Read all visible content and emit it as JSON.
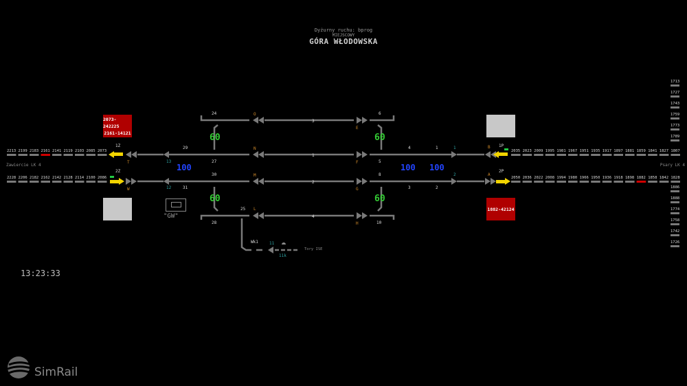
{
  "header": {
    "operator_label": "Dyżurny ruchu: bprog",
    "mode_label": "MIEJSCOWY",
    "station_name": "GÓRA WŁODOWSKA"
  },
  "clock": "13:23:33",
  "brand": "SimRail",
  "colors": {
    "track": "#7a7a7a",
    "occupied": "#d00000",
    "speed_green": "#33cc33",
    "speed_blue": "#2244ff",
    "signal_yellow": "#f2d400",
    "signal_green": "#22cc44",
    "label_orange": "#d08a2a",
    "label_teal": "#2fa5a5"
  },
  "directions": {
    "left": "Zawiercie LK 4",
    "right": "Psary LK 4"
  },
  "trains": {
    "top_left": [
      "2073-242225",
      "2161-14121"
    ],
    "bottom_right": [
      "1882-42124"
    ]
  },
  "blocks": {
    "left_top": [
      "2213",
      "2199",
      "2183",
      "2161",
      "2141",
      "2119",
      "2103",
      "2085",
      "2073"
    ],
    "left_bottom": [
      "2228",
      "2206",
      "2182",
      "2162",
      "2142",
      "2128",
      "2114",
      "2100",
      "2086"
    ],
    "right_top": [
      "2035",
      "2023",
      "2009",
      "1995",
      "1981",
      "1967",
      "1951",
      "1935",
      "1917",
      "1897",
      "1881",
      "1859",
      "1841",
      "1827",
      "1807"
    ],
    "right_bottom": [
      "2050",
      "2036",
      "2022",
      "2008",
      "1994",
      "1980",
      "1966",
      "1950",
      "1936",
      "1918",
      "1898",
      "1882",
      "1858",
      "1842",
      "1828"
    ],
    "right_col_top": [
      "1713",
      "1727",
      "1743",
      "1759",
      "1773",
      "1789"
    ],
    "right_col_bottom": [
      "1886",
      "1888",
      "1774",
      "1758",
      "1742",
      "1726"
    ]
  },
  "signals": {
    "left_top": "1Z",
    "left_bottom": "2Z",
    "right_top": "1P",
    "right_bottom": "2P",
    "T": "T",
    "W": "W",
    "B": "B",
    "A": "A"
  },
  "tracks": {
    "t1": "1",
    "t2": "2",
    "t3": "3",
    "t4": "4"
  },
  "points": {
    "p24": "24",
    "p29": "29",
    "p27": "27",
    "p30": "30",
    "p31": "31",
    "p25": "25",
    "p28": "28",
    "p6": "6",
    "p4": "4",
    "p1": "1",
    "p5": "5",
    "p8": "8",
    "p3": "3",
    "p2": "2",
    "p10": "10",
    "p13": "13",
    "p12": "12",
    "p1t": "1",
    "p2t": "2"
  },
  "letters": {
    "O": "O",
    "N": "N",
    "M": "M",
    "L": "L",
    "E": "E",
    "F": "F",
    "G": "G",
    "H": "H"
  },
  "speeds": {
    "s60a": "60",
    "s60b": "60",
    "s60c": "60",
    "s60d": "60",
    "s100a": "100",
    "s100b": "100",
    "s100c": "100"
  },
  "siding": {
    "wk1": "Wk1",
    "s11": "11",
    "s11k": "11k",
    "tory": "Tory ISE"
  },
  "gw_label": "\"GW\""
}
